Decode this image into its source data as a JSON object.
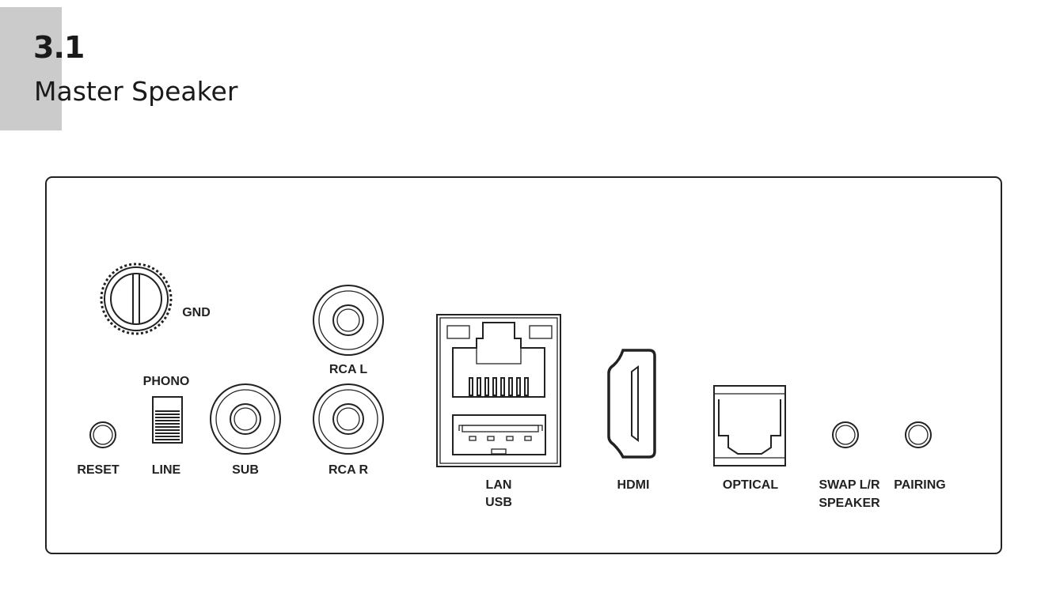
{
  "section": {
    "number": "3.1",
    "title": "Master Speaker"
  },
  "panel": {
    "labels": {
      "gnd": "GND",
      "phono": "PHONO",
      "line": "LINE",
      "reset": "RESET",
      "sub": "SUB",
      "rca_l": "RCA L",
      "rca_r": "RCA R",
      "lan": "LAN",
      "usb": "USB",
      "hdmi": "HDMI",
      "optical": "OPTICAL",
      "swap": "SWAP L/R",
      "speaker": "SPEAKER",
      "pairing": "PAIRING"
    }
  }
}
